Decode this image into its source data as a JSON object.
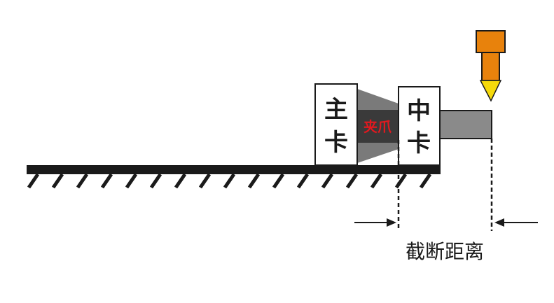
{
  "labels": {
    "main_chuck": [
      "主",
      "卡"
    ],
    "middle_chuck": [
      "中",
      "卡"
    ],
    "jaw": "夹爪",
    "cutoff_distance": "截断距离"
  },
  "colors": {
    "structure": "#1a1a1a",
    "chuck_fill": "#ffffff",
    "jaw_shade": "#7a7a7a",
    "jaw_dark": "#3a3a3a",
    "jaw_text": "#e0191f",
    "workpiece": "#8a8a8a",
    "tool_holder": "#e8820c",
    "tool_tip": "#f5d90a"
  },
  "icons": {
    "tool": "cutting-tool-icon",
    "arrow_left": "arrow-right-icon",
    "arrow_right": "arrow-left-icon"
  }
}
